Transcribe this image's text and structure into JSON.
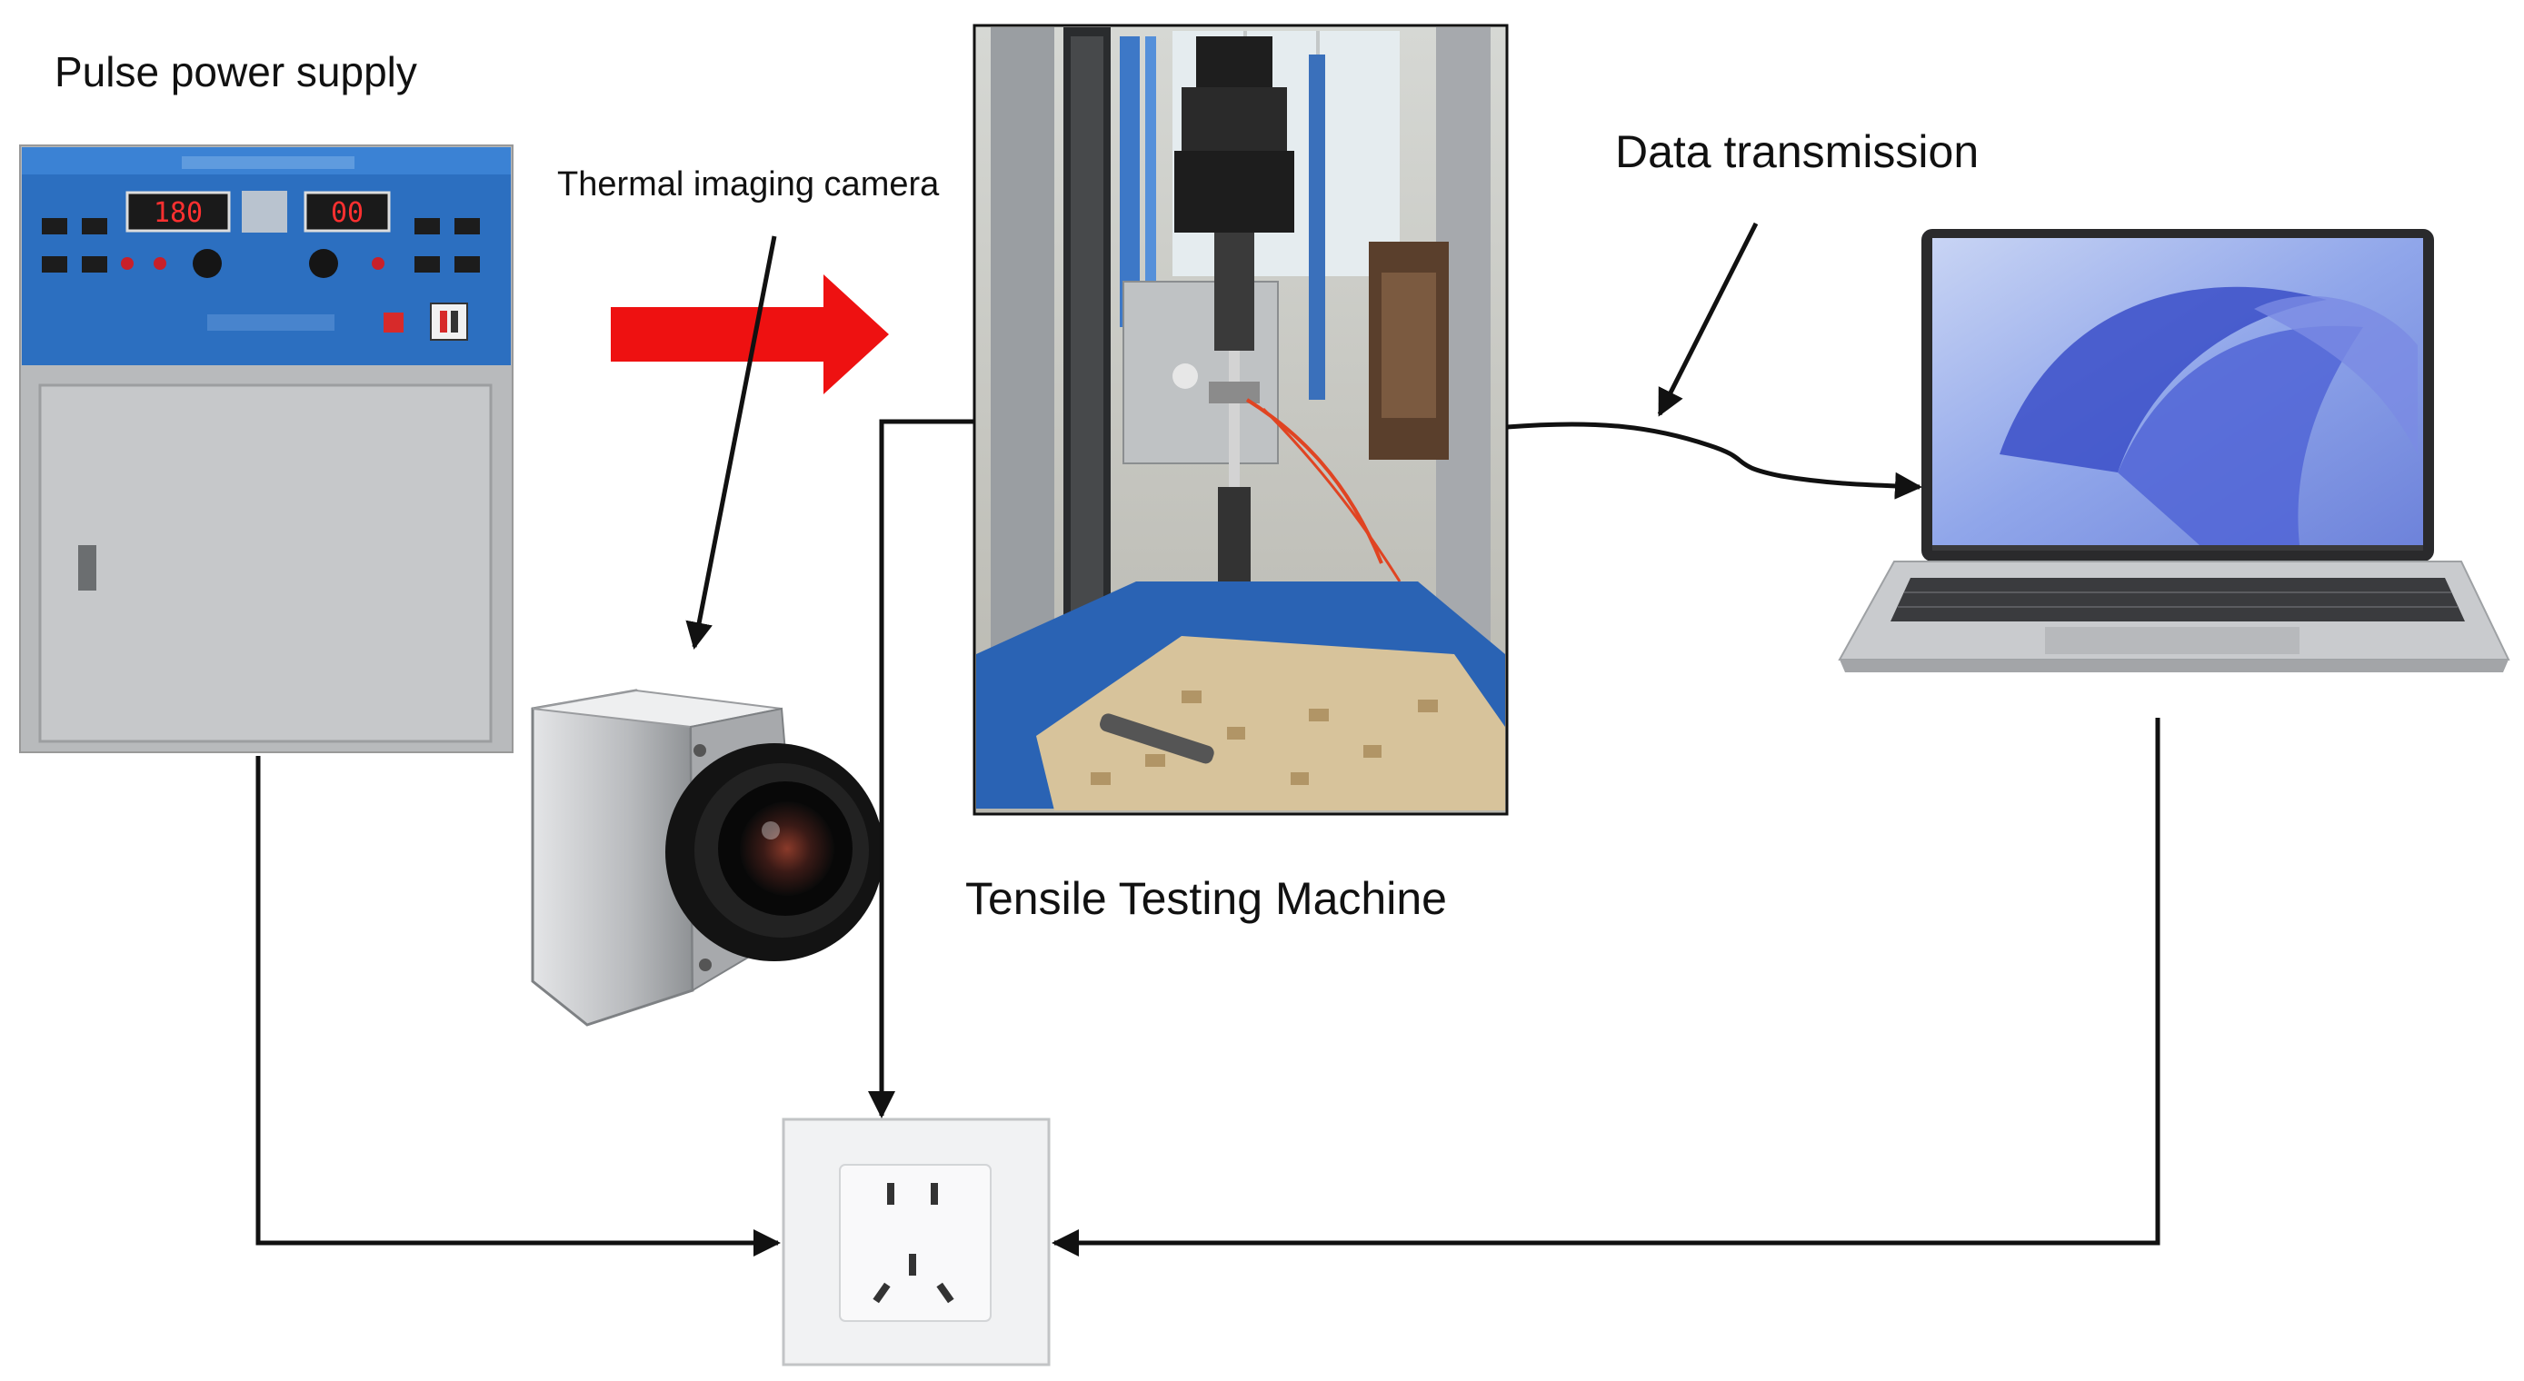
{
  "labels": {
    "pulse_power_supply": "Pulse power supply",
    "thermal_imaging_camera": "Thermal imaging camera",
    "data_transmission": "Data transmission",
    "tensile_testing_machine": "Tensile Testing Machine"
  },
  "power_supply_displays": {
    "left": "180",
    "right": "00"
  },
  "colors": {
    "panel_blue": "#2c6fc0",
    "arrow_red": "#ee1111",
    "cabinet_gray": "#c9cbcd",
    "line": "#111111"
  }
}
